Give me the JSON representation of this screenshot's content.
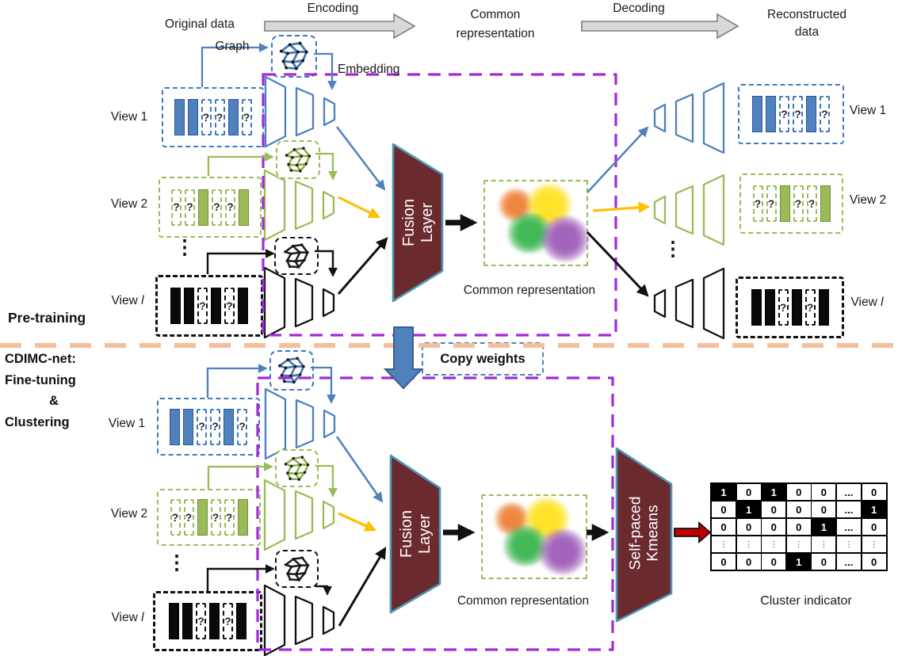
{
  "header": {
    "original_data": "Original data",
    "encoding": "Encoding",
    "common_line1": "Common",
    "common_line2": "representation",
    "decoding": "Decoding",
    "recon_line1": "Reconstructed",
    "recon_line2": "data"
  },
  "annotations": {
    "graph": "Graph",
    "embedding": "Embedding",
    "copy_weights": "Copy weights"
  },
  "sections": {
    "pretraining": "Pre-training",
    "cdimc_lines": [
      "CDIMC-net:",
      "Fine-tuning",
      "&",
      "Clustering"
    ]
  },
  "views": {
    "view1": {
      "label": "View 1",
      "var": "",
      "pattern": [
        "s",
        "s",
        "q",
        "q",
        "s",
        "q"
      ],
      "color": "#4f81bd"
    },
    "view2": {
      "label": "View 2",
      "var": "",
      "pattern": [
        "q",
        "q",
        "s",
        "q",
        "q",
        "s"
      ],
      "color": "#9bbb59"
    },
    "viewl": {
      "label": "View",
      "var": "l",
      "pattern": [
        "s",
        "s",
        "q",
        "s",
        "q",
        "s"
      ],
      "color": "#111111"
    }
  },
  "fusion": {
    "lines": [
      "Fusion",
      "Layer"
    ]
  },
  "kmeans": {
    "lines": [
      "Self-paced",
      "Kmeans"
    ]
  },
  "captions": {
    "common": "Common representation",
    "cluster": "Cluster indicator"
  },
  "glyphs": {
    "question": "?",
    "ellipsis": "⋮"
  },
  "matrix": {
    "rows": [
      {
        "cells": [
          "1",
          "0",
          "1",
          "0",
          "0",
          "...",
          "0"
        ],
        "black": [
          0,
          2
        ]
      },
      {
        "cells": [
          "0",
          "1",
          "0",
          "0",
          "0",
          "...",
          "1"
        ],
        "black": [
          1,
          6
        ]
      },
      {
        "cells": [
          "0",
          "0",
          "0",
          "0",
          "1",
          "...",
          "0"
        ],
        "black": [
          4
        ]
      },
      {
        "cells": [
          "⋮",
          "⋮",
          "⋮",
          "⋮",
          "⋮",
          "⋮",
          "⋮"
        ],
        "black": [],
        "dots": true
      },
      {
        "cells": [
          "0",
          "0",
          "0",
          "1",
          "0",
          "...",
          "0"
        ],
        "black": [
          3
        ]
      }
    ]
  },
  "colors": {
    "view_blue": "#4f81bd",
    "view_green": "#9bbb59",
    "view_black": "#111111",
    "purple_box": "#a22ad8",
    "orange_divider": "#f4c09c",
    "fusion_fill": "#6a2a2e",
    "fusion_border": "#4e95b5",
    "yellow_arrow": "#ffc000",
    "red_arrow": "#c00000",
    "gray_arrow": "#d8d8d8",
    "copy_arrow_fill": "#4f81bd",
    "blob_orange": "#ed7d31",
    "blob_yellow": "#ffe11a",
    "blob_green": "#35b44a",
    "blob_purple": "#9b59b6"
  }
}
